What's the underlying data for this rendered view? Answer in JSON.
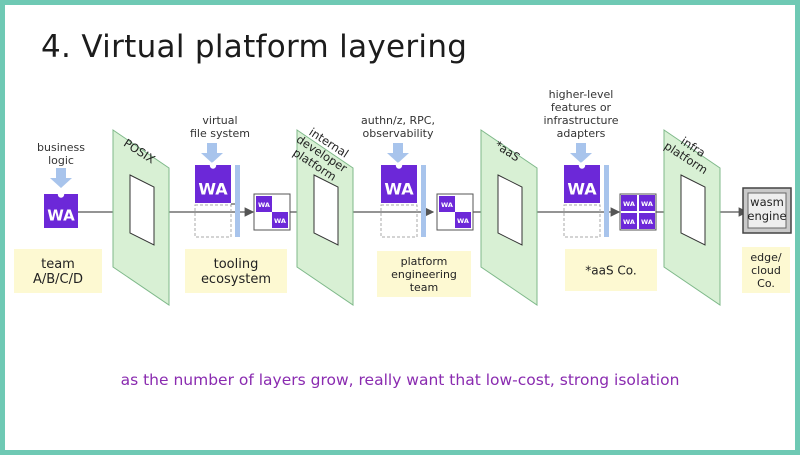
{
  "title": "4. Virtual platform layering",
  "caption": "as the number of layers grow, really want that low-cost, strong isolation",
  "colors": {
    "border": "#6fc9b4",
    "wa_block": "#6c28d8",
    "panel_fill": "#d8f0d4",
    "panel_stroke": "#7fb98a",
    "note_fill": "#fdf9d2",
    "arrow": "#a8c4ec",
    "caption": "#8a2bb0"
  },
  "wa_label": "WA",
  "input_labels": {
    "business": [
      "business",
      "logic"
    ],
    "vfs": [
      "virtual",
      "file system"
    ],
    "authn": [
      "authn/z, RPC,",
      "observability"
    ],
    "higher": [
      "higher-level",
      "features or",
      "infrastructure",
      "adapters"
    ]
  },
  "panels": {
    "posix": [
      "POSIX"
    ],
    "idp": [
      "internal",
      "developer",
      "platform"
    ],
    "aas": [
      "*aaS"
    ],
    "infra": [
      "infra",
      "platform"
    ]
  },
  "notes": {
    "team": [
      "team",
      "A/B/C/D"
    ],
    "tooling": [
      "tooling",
      "ecosystem"
    ],
    "platform_eng": [
      "platform",
      "engineering",
      "team"
    ],
    "aas_co": [
      "*aaS Co."
    ],
    "edge": [
      "edge/",
      "cloud",
      "Co."
    ]
  },
  "engine_label": [
    "wasm",
    "engine"
  ]
}
